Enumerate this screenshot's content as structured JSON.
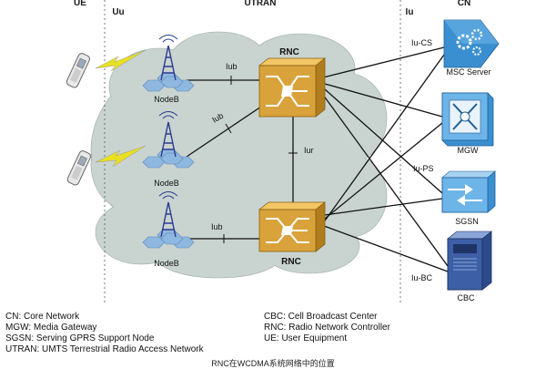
{
  "zones": {
    "ue": "UE",
    "uu": "Uu",
    "utran": "UTRAN",
    "iu": "Iu",
    "cn": "CN"
  },
  "interfaces": {
    "iub_top": "Iub",
    "iub_mid": "Iub",
    "iub_bottom": "Iub",
    "iur": "Iur",
    "iu_cs": "Iu-CS",
    "iu_ps": "Iu-PS",
    "iu_bc": "Iu-BC"
  },
  "nodes": {
    "nodeb_top": "NodeB",
    "nodeb_mid": "NodeB",
    "nodeb_bottom": "NodeB",
    "rnc_top": "RNC",
    "rnc_bottom": "RNC",
    "msc": "MSC Server",
    "mgw": "MGW",
    "sgsn": "SGSN",
    "cbc": "CBC"
  },
  "legend": {
    "left": [
      "CN: Core Network",
      "MGW: Media Gateway",
      "SGSN: Serving GPRS Support Node",
      "UTRAN: UMTS Terrestrial Radio Access Network"
    ],
    "right": [
      "CBC: Cell Broadcast Center",
      "RNC: Radio Network Controller",
      "UE: User Equipment"
    ]
  },
  "caption": "RNC在WCDMA系统网络中的位置",
  "colors": {
    "cloud": "#c9d4d0",
    "rnc_body": "#d9a23a",
    "rnc_face": "#f2c565",
    "cn_icon": "#3a8fd0",
    "cn_face": "#6db4e8",
    "hex": "#8fb8e0",
    "tower": "#2a3a90",
    "lightning": "#e8e020",
    "line": "#111111"
  },
  "icons": {
    "ue": "mobile-phone-icon",
    "nodeb": "antenna-tower-icon",
    "rnc": "rnc-router-icon",
    "msc": "gears-switch-icon",
    "mgw": "gateway-icon",
    "sgsn": "packet-switch-icon",
    "cbc": "server-tower-icon"
  }
}
